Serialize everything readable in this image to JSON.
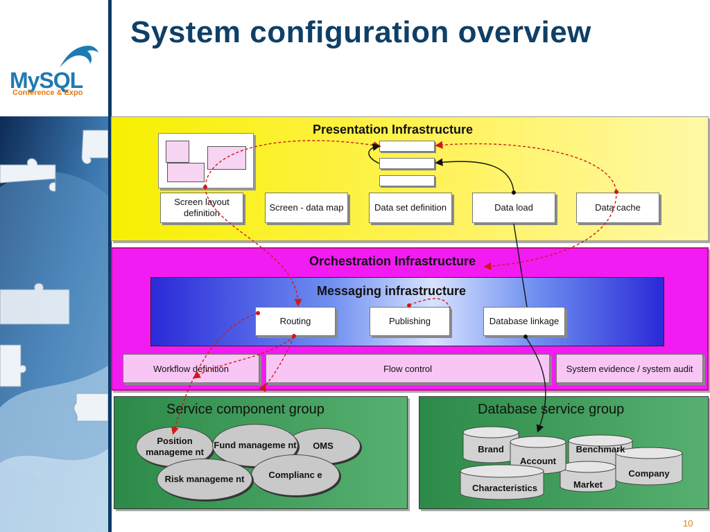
{
  "title": "System configuration overview",
  "logo": {
    "word": "MySQL",
    "subtitle": "Conference & Expo"
  },
  "page_number": "10",
  "presentation": {
    "title": "Presentation Infrastructure",
    "boxes": [
      "Screen layout definition",
      "Screen - data map",
      "Data set definition",
      "Data load",
      "Data cache"
    ]
  },
  "orchestration": {
    "title": "Orchestration Infrastructure",
    "messaging_title": "Messaging infrastructure",
    "messaging_boxes": [
      "Routing",
      "Publishing",
      "Database linkage"
    ],
    "bottom_boxes": [
      "Workflow definition",
      "Flow control",
      "System evidence / system audit"
    ]
  },
  "service_group": {
    "title": "Service component group",
    "items": [
      "Position manageme nt",
      "Fund manageme nt",
      "OMS",
      "Risk manageme nt",
      "Complianc e"
    ]
  },
  "database_group": {
    "title": "Database service group",
    "items": [
      "Brand",
      "Account",
      "Benchmark",
      "Company",
      "Characteristics",
      "Market"
    ]
  },
  "colors": {
    "title": "#0f3f66",
    "presentation_bg": "#f7f000",
    "orchestration_bg": "#f21cf2",
    "messaging_bg": "#2a2ad8",
    "service_bg": "#2c8a48",
    "connector": "#d01818"
  }
}
